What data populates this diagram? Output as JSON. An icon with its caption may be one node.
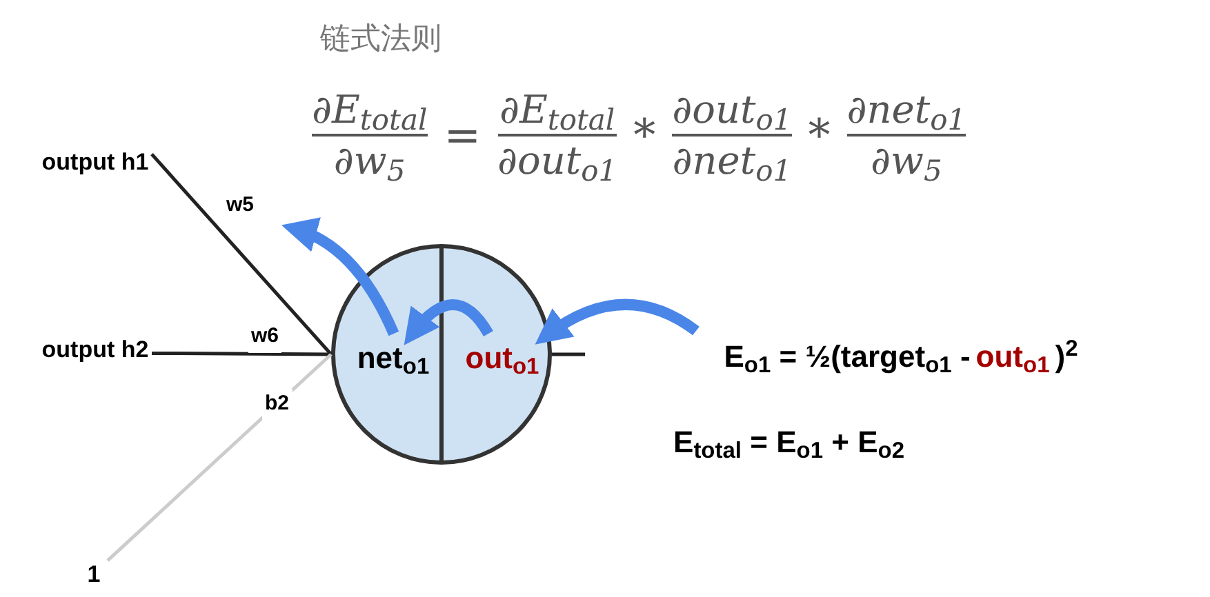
{
  "diagram": {
    "title": "链式法则",
    "nodes": [
      {
        "text": [
          "output h1"
        ]
      },
      {
        "text": [
          "output h2"
        ]
      },
      {
        "text": [
          "1"
        ]
      },
      {
        "text": [],
        "shape": "circle"
      },
      {
        "text": [
          "net$_{o1}$"
        ],
        "in": 3
      },
      {
        "text": [
          "out$_{o1}$"
        ],
        "in": 3
      },
      {
        "text": [
          "E$_{o1}$ = ½(target$_{o1}$ -",
          "out$_{o1}$",
          ")$^{2}$"
        ]
      }
    ],
    "edges": [
      {
        "from": 0,
        "to": 3,
        "arrow": "none",
        "label": "w5",
        "color": "#222222"
      },
      {
        "from": 1,
        "to": 3,
        "arrow": "none",
        "label": "w6",
        "color": "#222222"
      },
      {
        "from": 2,
        "to": 3,
        "arrow": "none",
        "label": "b2",
        "color": "#cccccc"
      },
      {
        "from": 4,
        "to": null,
        "arrow": "to",
        "style": "thick",
        "color": "#4a86e8"
      },
      {
        "from": 5,
        "to": 4,
        "arrow": "to",
        "style": "thick",
        "color": "#4a86e8"
      },
      {
        "from": 6,
        "to": 5,
        "arrow": "to",
        "style": "thick",
        "color": "#4a86e8"
      }
    ],
    "labels": [
      "∂E$_{total}$",
      "∂w$_{5}$",
      "=",
      "∂E$_{total}$",
      "∂out$_{o1}$",
      "*",
      "∂out$_{o1}$",
      "∂net$_{o1}$",
      "*",
      "∂net$_{o1}$",
      "∂w$_{5}$",
      "E$_{total}$ = E$_{o1}$ + E$_{o2}$"
    ]
  }
}
